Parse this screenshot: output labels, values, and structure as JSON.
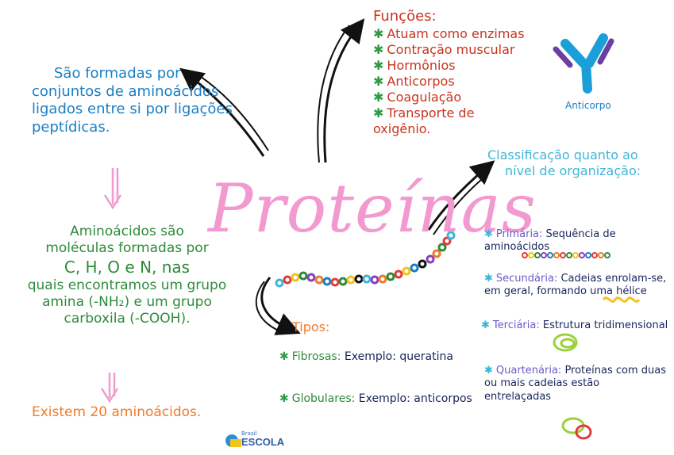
{
  "title": "Proteínas",
  "definicao": {
    "lines": [
      "São formadas por",
      "conjuntos de aminoácidos",
      "ligados entre si por ligações",
      "peptídicas."
    ]
  },
  "aminoacidos": {
    "lines": [
      "Aminoácidos são",
      "moléculas formadas por",
      "C, H, O e N, nas",
      "quais encontramos um grupo",
      "amina (-NH₂) e um grupo",
      "carboxila (-COOH)."
    ]
  },
  "existem": "Existem 20 aminoácidos.",
  "funcoes": {
    "heading": "Funções:",
    "items": [
      "Atuam como enzimas",
      "Contração muscular",
      "Hormônios",
      "Anticorpos",
      "Coagulação",
      "Transporte de oxigênio."
    ]
  },
  "anticorpo_label": "Anticorpo",
  "classificacao": {
    "heading_lines": [
      "Classificação quanto ao",
      "nível de organização:"
    ],
    "items": [
      {
        "label": "Primária:",
        "text": "Sequência de aminoácidos"
      },
      {
        "label": "Secundária:",
        "text": "Cadeias enrolam-se, em geral, formando uma hélice"
      },
      {
        "label": "Terciária:",
        "text": "Estrutura tridimensional"
      },
      {
        "label": "Quartenária:",
        "text": "Proteínas com duas ou mais cadeias estão entrelaçadas"
      }
    ]
  },
  "tipos": {
    "heading": "Tipos:",
    "items": [
      {
        "label": "Fibrosas:",
        "example": "Exemplo: queratina"
      },
      {
        "label": "Globulares:",
        "example": "Exemplo: anticorpos"
      }
    ]
  },
  "logo": {
    "small": "Brasil",
    "big": "ESCOLA"
  },
  "colors": {
    "blue": "#1a7fc3",
    "green": "#2e8b3a",
    "red": "#c8341f",
    "orange": "#f07a2a",
    "pink": "#f29ad0",
    "cyan": "#3fb6d9"
  }
}
